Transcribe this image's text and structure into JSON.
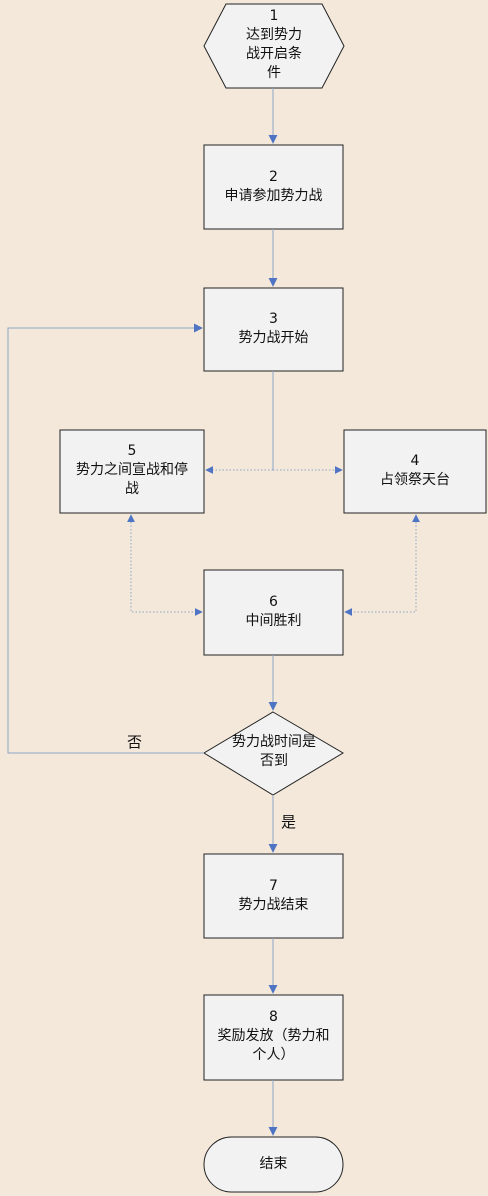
{
  "nodes": [
    {
      "id": "n1",
      "num": "1",
      "text": "达到势力战开启条件",
      "lines": [
        "达到势力",
        "战开启条",
        "件"
      ]
    },
    {
      "id": "n2",
      "num": "2",
      "text": "申请参加势力战"
    },
    {
      "id": "n3",
      "num": "3",
      "text": "势力战开始"
    },
    {
      "id": "n4",
      "num": "4",
      "text": "占领祭天台"
    },
    {
      "id": "n5",
      "num": "5",
      "text": "势力之间宣战和停战",
      "lines": [
        "势力之间宣战和停",
        "战"
      ]
    },
    {
      "id": "n6",
      "num": "6",
      "text": "中间胜利"
    },
    {
      "id": "d1",
      "text": "势力战时间是否到",
      "lines": [
        "势力战时间是",
        "否到"
      ]
    },
    {
      "id": "n7",
      "num": "7",
      "text": "势力战结束"
    },
    {
      "id": "n8",
      "num": "8",
      "text": "奖励发放（势力和个人）",
      "lines": [
        "奖励发放（势力和",
        "个人）"
      ]
    },
    {
      "id": "end",
      "text": "结束"
    }
  ],
  "edge_labels": {
    "no": "否",
    "yes": "是"
  },
  "colors": {
    "background": "#f3e8d9",
    "box_fill": "#f2f2f2",
    "box_stroke": "#222222",
    "solid_line": "#8fa6c9",
    "dotted_line": "#8fa6c9",
    "arrow": "#4f74c4"
  }
}
